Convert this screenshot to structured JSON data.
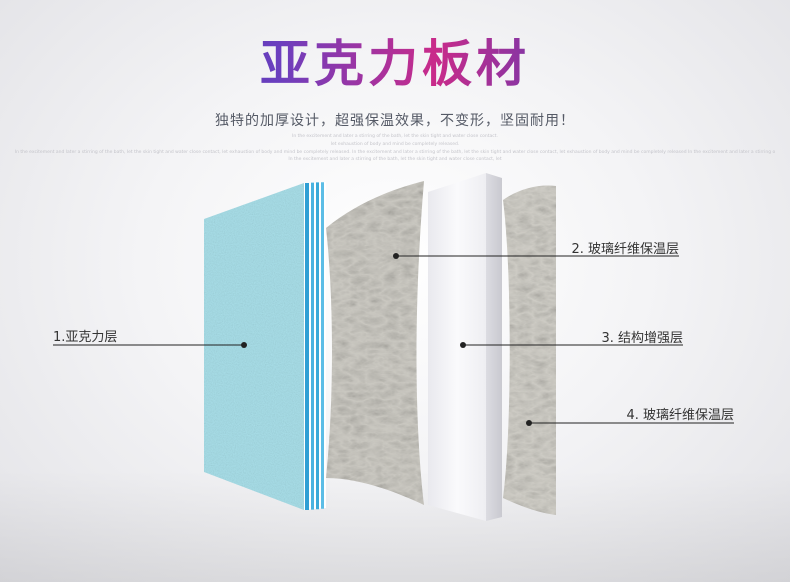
{
  "title": "亚克力板材",
  "subtitle": "独特的加厚设计，超强保温效果，不变形，坚固耐用！",
  "fine_print": [
    "In the excitement and later a stirring of the bath, let the skin tight and water close contact.",
    "let exhaustion of body and mind be completely released.",
    "In the excitement and later a stirring of the bath, let the skin tight and water close contact, let exhaustion of body and mind be completely released. In the excitement and later a stirring of the bath, let the skin tight and water close contact, let exhaustion of body and mind be completely released In the excitement and later a stirring o",
    "In the excitement and later a stirring of the bath, let the skin tight and water close contact, let"
  ],
  "layers": [
    {
      "label": "1.亚克力层"
    },
    {
      "label": "2. 玻璃纤维保温层"
    },
    {
      "label": "3. 结构增强层"
    },
    {
      "label": "4. 玻璃纤维保温层"
    }
  ],
  "colors": {
    "acrylic_face": "#a9dfe9",
    "acrylic_edge": "#3aa9d8",
    "fiber": "#cfcdc6",
    "foam": "#f6f6f8",
    "leader_line": "#222222"
  }
}
